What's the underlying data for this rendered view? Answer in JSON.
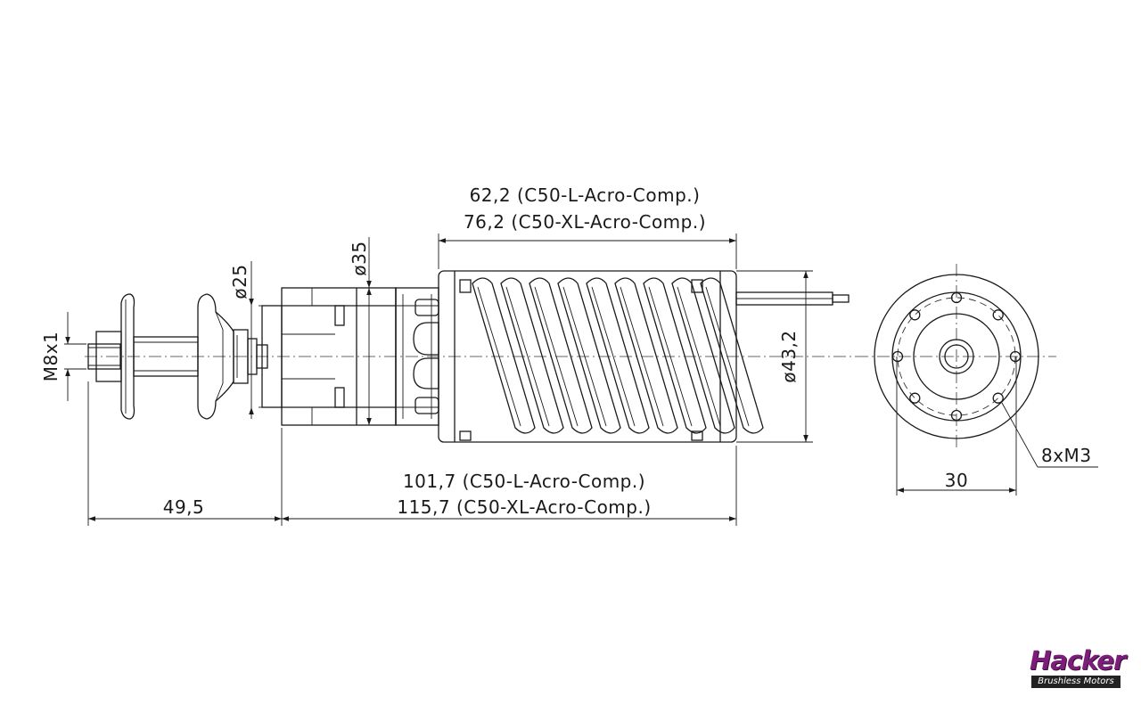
{
  "dimensions": {
    "thread": "M8x1",
    "shaft_diameter": "ø25",
    "flange_diameter": "ø35",
    "housing_diameter": "ø43,2",
    "housing_length_l": "62,2 (C50-L-Acro-Comp.)",
    "housing_length_xl": "76,2 (C50-XL-Acro-Comp.)",
    "total_length_l": "101,7 (C50-L-Acro-Comp.)",
    "total_length_xl": "115,7 (C50-XL-Acro-Comp.)",
    "prop_shaft_length": "49,5",
    "bolt_circle": "30",
    "mounting_holes": "8xM3"
  },
  "logo": {
    "name": "Hacker",
    "tagline": "Brushless Motors",
    "color": "#7b1e7a"
  }
}
